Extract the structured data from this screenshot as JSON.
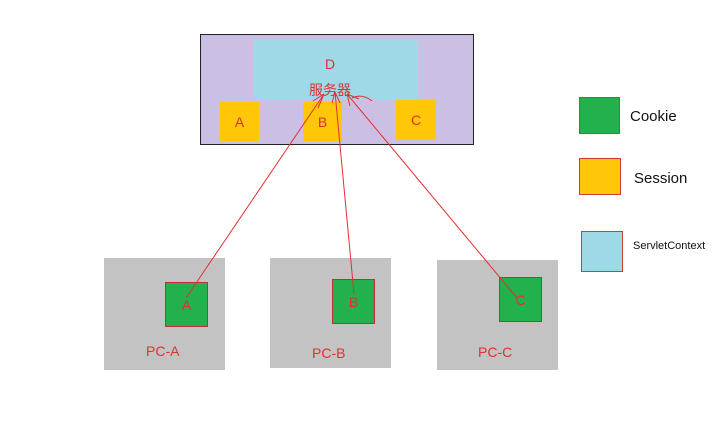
{
  "server": {
    "context_label": "D",
    "server_label": "服务器",
    "sessions": [
      "A",
      "B",
      "C"
    ]
  },
  "clients": [
    {
      "cookie_label": "A",
      "pc_label": "PC-A"
    },
    {
      "cookie_label": "B",
      "pc_label": "PC-B"
    },
    {
      "cookie_label": "C",
      "pc_label": "PC-C"
    }
  ],
  "legend": [
    {
      "label": "Cookie",
      "color": "#22b14c"
    },
    {
      "label": "Session",
      "color": "#ffc707"
    },
    {
      "label": "ServletContext",
      "color": "#9fd9e8"
    }
  ],
  "colors": {
    "server_bg": "#cbc0e4",
    "pc_bg": "#c3c3c3",
    "arrow": "#e23030",
    "label": "#e23030"
  }
}
